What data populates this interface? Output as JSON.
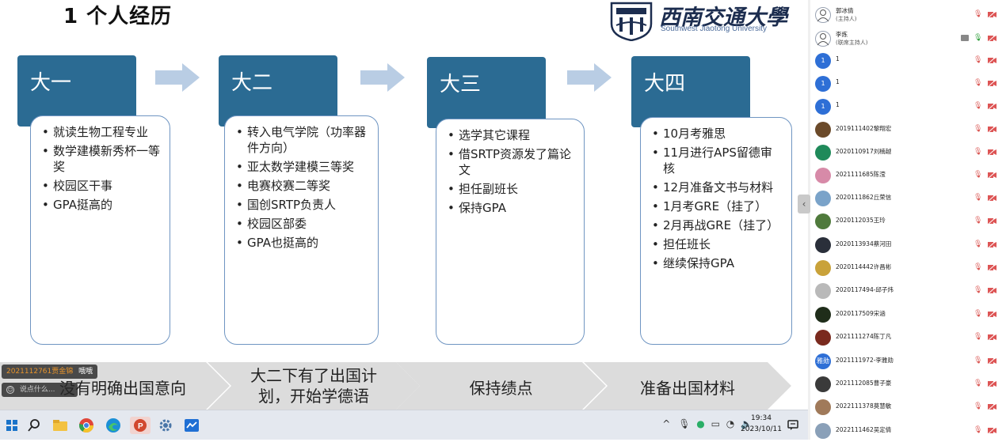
{
  "slide": {
    "title": "1 个人经历",
    "logo": {
      "cn": "西南交通大學",
      "en": "Southwest Jiaotong University"
    },
    "years": [
      {
        "label": "大一",
        "items": [
          "就读生物工程专业",
          "数学建模新秀杯一等奖",
          "校园区干事",
          "GPA挺高的"
        ]
      },
      {
        "label": "大二",
        "items": [
          "转入电气学院（功率器件方向）",
          "亚太数学建模三等奖",
          "电赛校赛二等奖",
          "国创SRTP负责人",
          "校园区部委",
          "GPA也挺高的"
        ]
      },
      {
        "label": "大三",
        "items": [
          "选学其它课程",
          "借SRTP资源发了篇论文",
          "担任副班长",
          "保持GPA"
        ]
      },
      {
        "label": "大四",
        "items": [
          "10月考雅思",
          "11月进行APS留德审核",
          "12月准备文书与材料",
          "1月考GRE（挂了）",
          "2月再战GRE（挂了）",
          "担任班长",
          "继续保持GPA"
        ]
      }
    ],
    "timeline": [
      "没有明确出国意向",
      "大二下有了出国计划，开始学德语",
      "保持绩点",
      "准备出国材料"
    ]
  },
  "chat": {
    "notice_name": "2021112761贾金锦",
    "notice_text": "哦哦",
    "input_placeholder": "说点什么..."
  },
  "taskbar": {
    "time": "19:34",
    "date": "2023/10/11",
    "apps": [
      "windows-logo",
      "search-icon",
      "file-explorer-icon",
      "chrome-icon",
      "edge-icon",
      "powerpoint-icon",
      "settings-app-icon",
      "meeting-app-icon"
    ]
  },
  "participants": [
    {
      "name": "郭冰倩",
      "role": "(主持人)",
      "avatar": "avatar",
      "mic": "muted",
      "cam": "off"
    },
    {
      "name": "李炼",
      "role": "(联席主持人)",
      "avatar": "avatar",
      "mic": "on",
      "cam": "off",
      "share": true
    },
    {
      "name": "1",
      "avatar": "num",
      "avatar_text": "1",
      "mic": "muted",
      "cam": "off"
    },
    {
      "name": "1",
      "avatar": "num",
      "avatar_text": "1",
      "mic": "muted",
      "cam": "off"
    },
    {
      "name": "1",
      "avatar": "num",
      "avatar_text": "1",
      "mic": "muted",
      "cam": "off"
    },
    {
      "name": "2019111402黎翔宏",
      "avatar": "photo",
      "color": "#6b4a2a",
      "mic": "muted",
      "cam": "off"
    },
    {
      "name": "2020110917刘楠越",
      "avatar": "photo",
      "color": "#1f8a5a",
      "mic": "muted",
      "cam": "off"
    },
    {
      "name": "2021111685陈滢",
      "avatar": "photo",
      "color": "#d78aa8",
      "mic": "muted",
      "cam": "off"
    },
    {
      "name": "2020111862丘荣信",
      "avatar": "photo",
      "color": "#7aa3c9",
      "mic": "muted",
      "cam": "off"
    },
    {
      "name": "2020112035王玲",
      "avatar": "photo",
      "color": "#4f7a3c",
      "mic": "muted",
      "cam": "off"
    },
    {
      "name": "2020113934蔡河田",
      "avatar": "photo",
      "color": "#2a2f3a",
      "mic": "muted",
      "cam": "off"
    },
    {
      "name": "2020114442许昌彬",
      "avatar": "photo",
      "color": "#c9a23a",
      "mic": "muted",
      "cam": "off"
    },
    {
      "name": "2020117494-邱子炜",
      "avatar": "photo",
      "color": "#b9b9b9",
      "mic": "muted",
      "cam": "off"
    },
    {
      "name": "2020117509宋涵",
      "avatar": "photo",
      "color": "#1f2d1a",
      "mic": "muted",
      "cam": "off"
    },
    {
      "name": "2021111274陈丁凡",
      "avatar": "photo",
      "color": "#7a2a1e",
      "mic": "muted",
      "cam": "off"
    },
    {
      "name": "2021111972-李雅勋",
      "avatar": "num",
      "avatar_text": "雅勋",
      "mic": "muted",
      "cam": "off"
    },
    {
      "name": "2021112085曹子豪",
      "avatar": "photo",
      "color": "#3a3a3a",
      "mic": "muted",
      "cam": "off"
    },
    {
      "name": "2022111378莫慧敏",
      "avatar": "photo",
      "color": "#a07a5a",
      "mic": "muted",
      "cam": "off"
    },
    {
      "name": "2022111462吴定倩",
      "avatar": "photo",
      "color": "#8aa0b8",
      "mic": "muted",
      "cam": "off"
    }
  ]
}
